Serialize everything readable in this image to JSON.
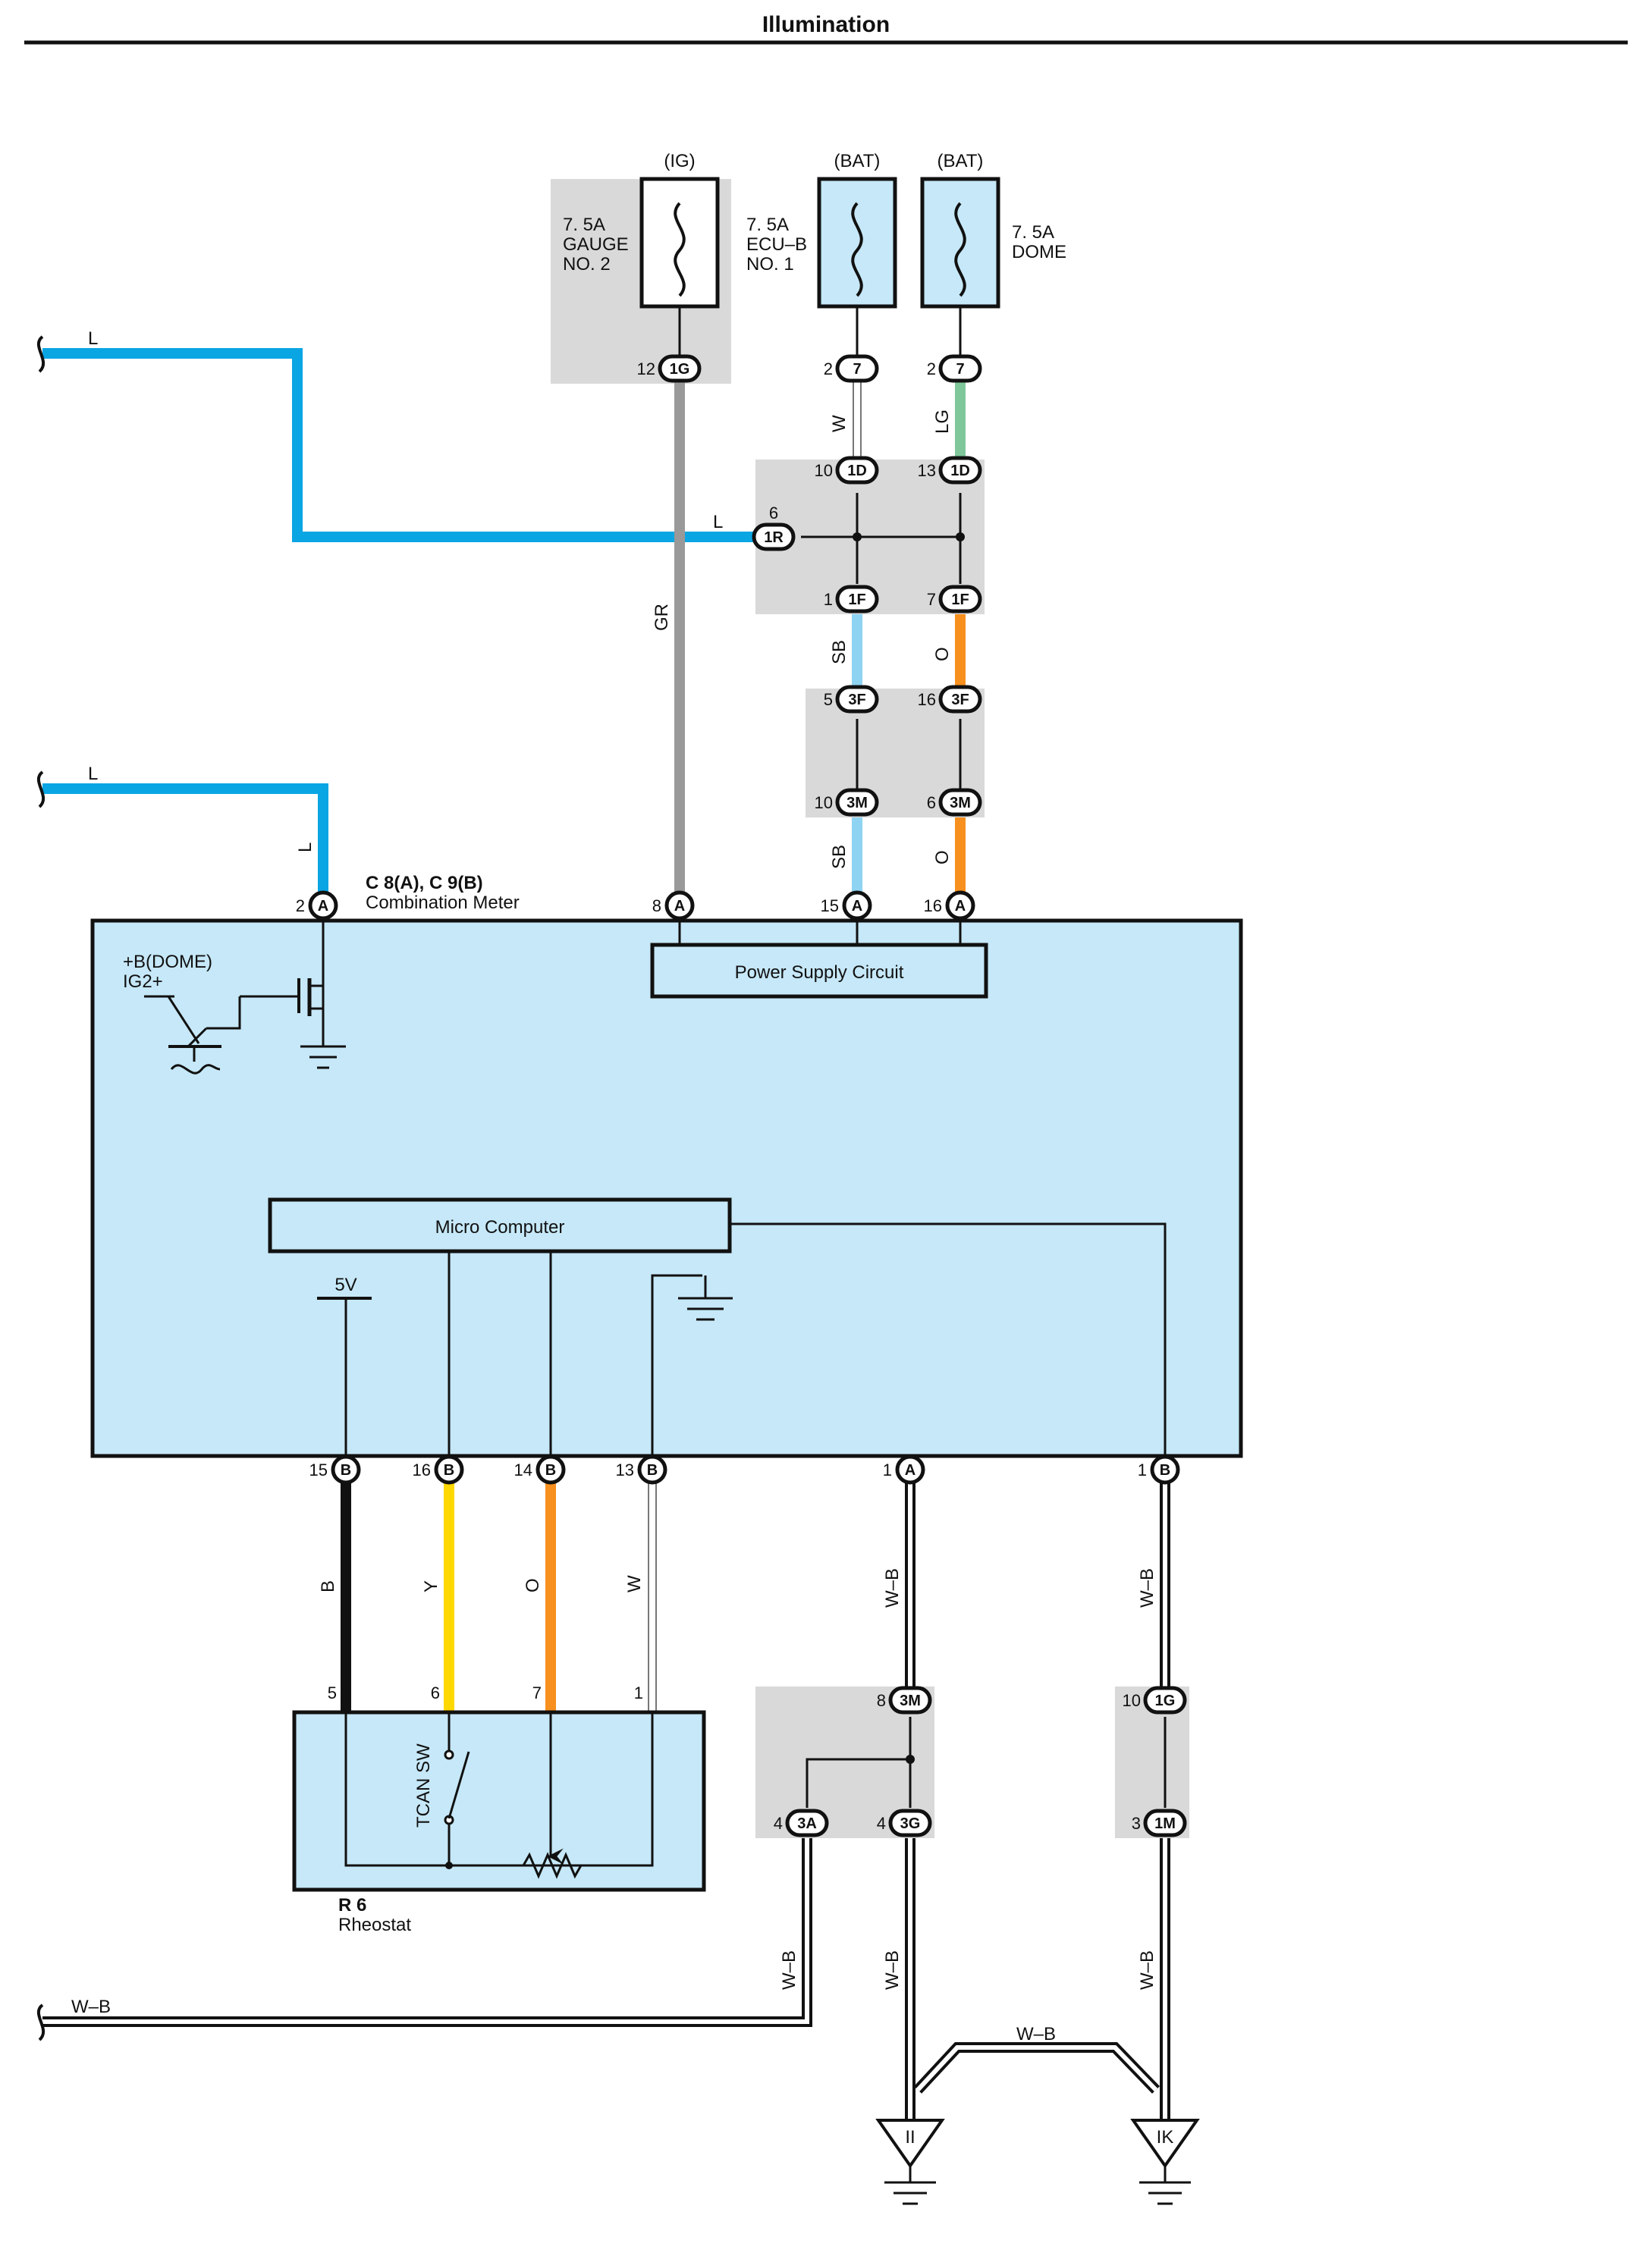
{
  "header": {
    "title": "Illumination"
  },
  "fuses": [
    {
      "id": "gauge",
      "source": "(IG)",
      "rating": "7. 5A",
      "name1": "GAUGE",
      "name2": "NO. 2"
    },
    {
      "id": "ecu",
      "source": "(BAT)",
      "rating": "7. 5A",
      "name1": "ECU–B",
      "name2": "NO. 1"
    },
    {
      "id": "dome",
      "source": "(BAT)",
      "rating": "7. 5A",
      "name1": "DOME",
      "name2": ""
    }
  ],
  "connectors": {
    "gauge_out": {
      "pin": "12",
      "id": "1G"
    },
    "ecu_out": {
      "pin": "2",
      "id": "7"
    },
    "dome_out": {
      "pin": "2",
      "id": "7"
    },
    "j1_tl": {
      "pin": "10",
      "id": "1D"
    },
    "j1_tr": {
      "pin": "13",
      "id": "1D"
    },
    "j1_side": {
      "pin": "6",
      "id": "1R"
    },
    "j1_bl": {
      "pin": "1",
      "id": "1F"
    },
    "j1_br": {
      "pin": "7",
      "id": "1F"
    },
    "j2_tl": {
      "pin": "5",
      "id": "3F"
    },
    "j2_tr": {
      "pin": "16",
      "id": "3F"
    },
    "j2_bl": {
      "pin": "10",
      "id": "3M"
    },
    "j2_br": {
      "pin": "6",
      "id": "3M"
    },
    "m_a2": {
      "pin": "2",
      "id": "A"
    },
    "m_a8": {
      "pin": "8",
      "id": "A"
    },
    "m_a15": {
      "pin": "15",
      "id": "A"
    },
    "m_a16": {
      "pin": "16",
      "id": "A"
    },
    "m_b15": {
      "pin": "15",
      "id": "B"
    },
    "m_b16": {
      "pin": "16",
      "id": "B"
    },
    "m_b14": {
      "pin": "14",
      "id": "B"
    },
    "m_b13": {
      "pin": "13",
      "id": "B"
    },
    "m_a1": {
      "pin": "1",
      "id": "A"
    },
    "m_b1": {
      "pin": "1",
      "id": "B"
    },
    "j3_top": {
      "pin": "8",
      "id": "3M"
    },
    "j3_bl": {
      "pin": "4",
      "id": "3A"
    },
    "j3_br": {
      "pin": "4",
      "id": "3G"
    },
    "j4_top": {
      "pin": "10",
      "id": "1G"
    },
    "j4_bot": {
      "pin": "3",
      "id": "1M"
    }
  },
  "wires": {
    "left_top": "L",
    "left_mid": "L",
    "mid_vert": "L",
    "j1_side": "L",
    "gr": "GR",
    "w_top": "W",
    "lg_top": "LG",
    "sb1": "SB",
    "o1": "O",
    "sb2": "SB",
    "o2": "O",
    "b": "B",
    "y": "Y",
    "o3": "O",
    "w_low": "W",
    "wb1": "W–B",
    "wb2": "W–B",
    "wb3": "W–B",
    "wb4": "W–B",
    "wb5": "W–B",
    "wb_bridge": "W–B",
    "wb_left": "W–B"
  },
  "meter": {
    "code": "C 8(A), C 9(B)",
    "name": "Combination Meter",
    "psc": "Power Supply Circuit",
    "mc": "Micro Computer",
    "dome_lbl": "+B(DOME)",
    "ig_lbl": "IG2+",
    "fivev": "5V"
  },
  "rheostat": {
    "code": "R 6",
    "name": "Rheostat",
    "sw": "TCAN SW",
    "pins": [
      "5",
      "6",
      "7",
      "1"
    ]
  },
  "grounds": {
    "left": "II",
    "right": "IK"
  },
  "colors": {
    "blue_L": "#0aa5e3",
    "gray_GR": "#999999",
    "lightgreen_LG": "#7fc79a",
    "skyblue_SB": "#8fd3f2",
    "orange_O": "#f7901e",
    "yellow_Y": "#ffd800",
    "meter_fill": "#c6e8f8",
    "junction_gray": "#d9d9d9"
  }
}
